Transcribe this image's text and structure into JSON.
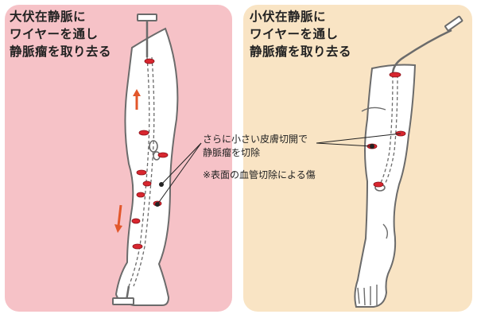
{
  "colors": {
    "panel_left_bg": "#f6c2c7",
    "panel_right_bg": "#f9e4c4",
    "leg_fill": "#ffffff",
    "outline": "#6b6b6b",
    "incision": "#d8262f",
    "arrow": "#e2572b"
  },
  "left_panel": {
    "title_lines": [
      "大伏在静脈に",
      "ワイヤーを通し",
      "静脈瘤を取り去る"
    ]
  },
  "right_panel": {
    "title_lines": [
      "小伏在静脈に",
      "ワイヤーを通し",
      "静脈瘤を取り去る"
    ]
  },
  "annotation": {
    "incision_lines": [
      "さらに小さい皮膚切開で",
      "静脈瘤を切除"
    ],
    "scar_note": "※表面の血管切除による傷"
  },
  "icons": [
    "stripper-handle-icon",
    "arrow-up-icon",
    "arrow-down-icon"
  ]
}
